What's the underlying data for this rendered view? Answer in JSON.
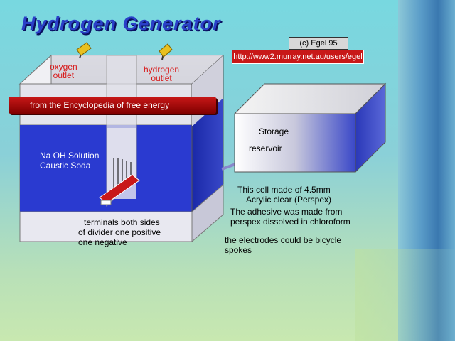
{
  "title": "Hydrogen Generator",
  "credit": "(c) Egel 95",
  "url": "http://www2.murray.net.au/users/egel",
  "banner": "from the Encyclopedia of free energy",
  "outlets": {
    "oxygen_line1": "oxygen",
    "oxygen_line2": "outlet",
    "hydrogen_line1": "hydrogen",
    "hydrogen_line2": "outlet"
  },
  "solution": {
    "line1": "Na OH Solution",
    "line2": "Caustic Soda"
  },
  "reservoir": {
    "line1": "Storage",
    "line2": "reservoir"
  },
  "terminals": {
    "line1": "terminals both sides",
    "line2": "of divider one positive",
    "line3": "one negative"
  },
  "notes": {
    "cell_line1": "This cell made of 4.5mm",
    "cell_line2": "Acrylic clear (Perspex)",
    "adhesive_line1": "The adhesive was made from",
    "adhesive_line2": "perspex dissolved in chloroform",
    "electrodes_line1": "the electrodes could be bicycle",
    "electrodes_line2": "spokes"
  },
  "colors": {
    "title": "#2a40c8",
    "solution": "#2a3ad0",
    "banner": "#c81818",
    "electrode": "#c81818"
  }
}
